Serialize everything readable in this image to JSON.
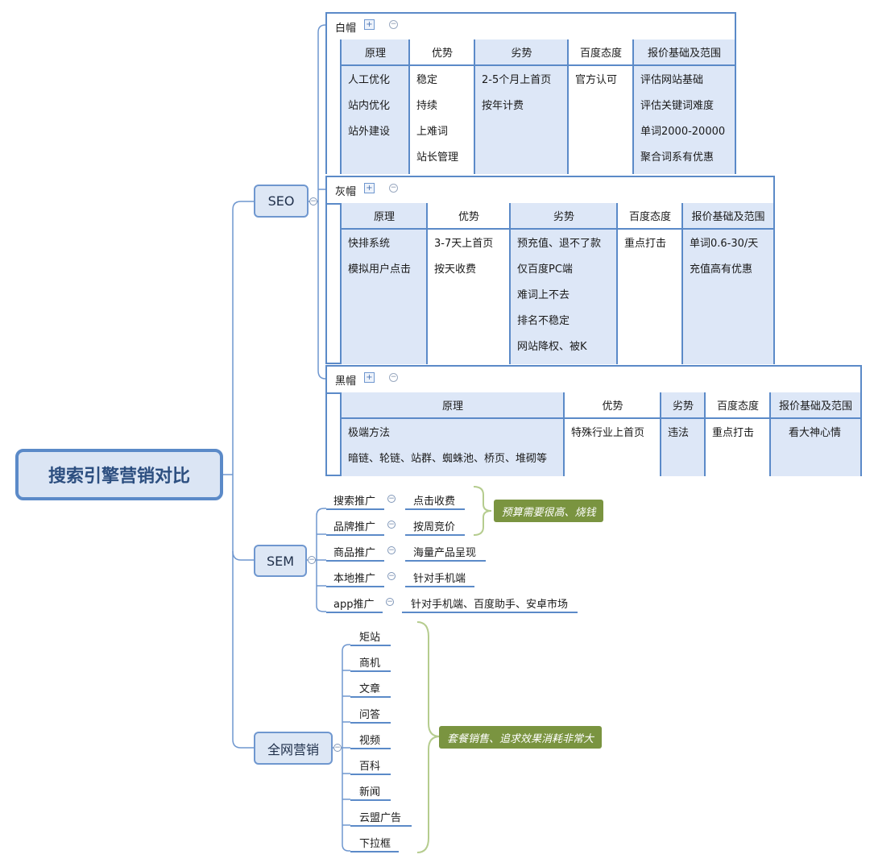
{
  "root": {
    "title": "搜索引擎营销对比"
  },
  "seo": {
    "label": "SEO",
    "white": {
      "title": "白帽",
      "headers": [
        "原理",
        "优势",
        "劣势",
        "百度态度",
        "报价基础及范围"
      ],
      "columns": [
        [
          "人工优化",
          "站内优化",
          "站外建设"
        ],
        [
          "稳定",
          "持续",
          "上难词",
          "站长管理"
        ],
        [
          "2-5个月上首页",
          "按年计费"
        ],
        [
          "官方认可"
        ],
        [
          "评估网站基础",
          "评估关键词难度",
          "单词2000-20000",
          "聚合词系有优惠"
        ]
      ]
    },
    "grey": {
      "title": "灰帽",
      "headers": [
        "原理",
        "优势",
        "劣势",
        "百度态度",
        "报价基础及范围"
      ],
      "columns": [
        [
          "快排系统",
          "模拟用户点击"
        ],
        [
          "3-7天上首页",
          "按天收费"
        ],
        [
          "预充值、退不了款",
          "仅百度PC端",
          "难词上不去",
          "排名不稳定",
          "网站降权、被K"
        ],
        [
          "重点打击"
        ],
        [
          "单词0.6-30/天",
          "充值高有优惠"
        ]
      ]
    },
    "black": {
      "title": "黑帽",
      "headers": [
        "原理",
        "优势",
        "劣势",
        "百度态度",
        "报价基础及范围"
      ],
      "columns": [
        [
          "极端方法",
          "暗链、轮链、站群、蜘蛛池、桥页、堆砌等"
        ],
        [
          "特殊行业上首页"
        ],
        [
          "违法"
        ],
        [
          "重点打击"
        ],
        [
          "看大神心情"
        ]
      ]
    }
  },
  "sem": {
    "label": "SEM",
    "items": [
      {
        "name": "搜索推广",
        "detail": "点击收费"
      },
      {
        "name": "品牌推广",
        "detail": "按周竞价"
      },
      {
        "name": "商品推广",
        "detail": "海量产品呈现"
      },
      {
        "name": "本地推广",
        "detail": "针对手机端"
      },
      {
        "name": "app推广",
        "detail": "针对手机端、百度助手、安卓市场"
      }
    ],
    "note": "预算需要很高、烧钱"
  },
  "network": {
    "label": "全网营销",
    "items": [
      "矩站",
      "商机",
      "文章",
      "问答",
      "视频",
      "百科",
      "新闻",
      "云盟广告",
      "下拉框"
    ],
    "note": "套餐销售、追求效果消耗非常大"
  },
  "colors": {
    "accent": "#5b8ac8",
    "cell_fill": "#dde7f7",
    "note_fill": "#7a9440",
    "brace": "#b5cc8e"
  }
}
